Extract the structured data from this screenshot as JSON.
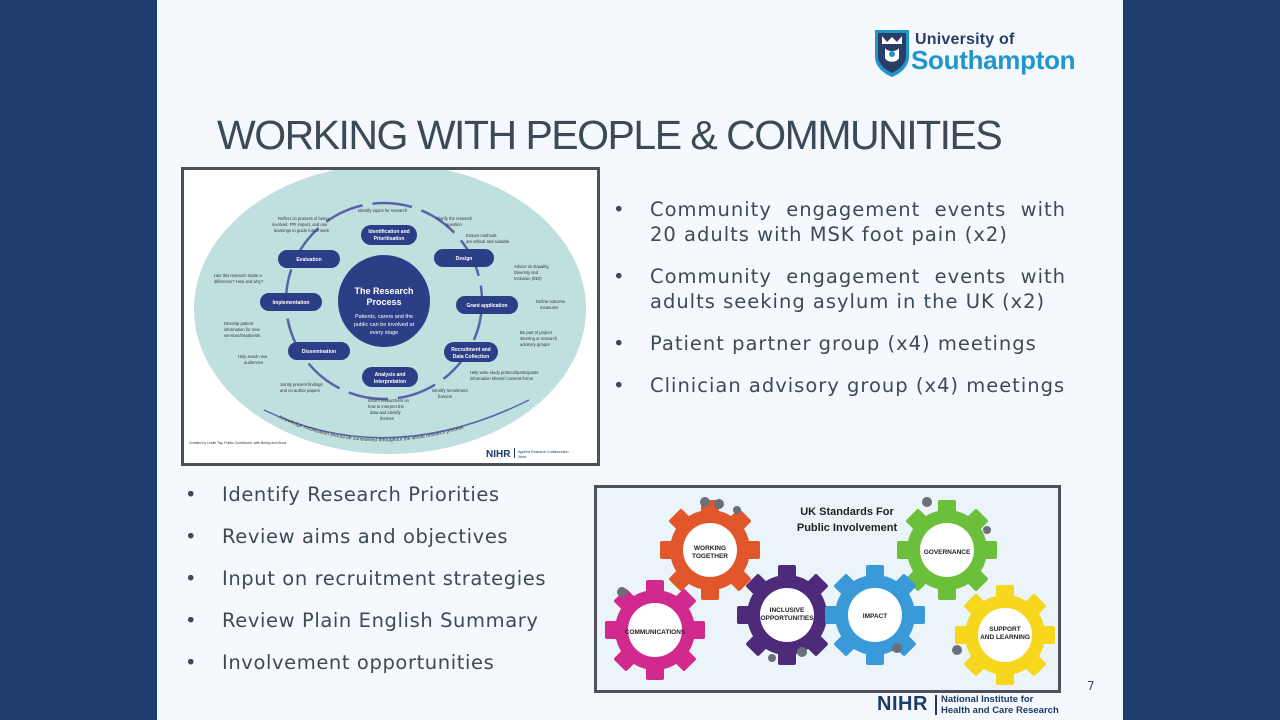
{
  "slide": {
    "title": "WORKING WITH PEOPLE & COMMUNITIES",
    "page_number": "7"
  },
  "logo": {
    "line1": "University of",
    "line2": "Southampton"
  },
  "research_process": {
    "center_title": "The Research Process",
    "center_sub": "Patients, carers and the public can be involved at every stage",
    "stages": [
      "Identification and Prioritisation",
      "Design",
      "Grant application",
      "Recruitment and Data Collection",
      "Analysis and Interpretation",
      "Dissemination",
      "Implementation",
      "Evaluation"
    ],
    "notes": [
      "Identify topics for research",
      "Clarify the research question",
      "Ensure methods are ethical and suitable",
      "Advice on Equality, Diversity and Inclusion (EDI)",
      "Define outcome measures",
      "Be part of project steering or research advisory groups",
      "Help write study protocol/participant information sheets/consent forms",
      "Identify recruitment barriers",
      "Inform researchers on how to interpret the data and identify themes",
      "Jointly present findings and co-author papers",
      "Help reach new audiences",
      "Develop patient information for new services/treatments",
      "Has this research made a difference? How and why?",
      "Reflect on process of being involved, PPI impact, and use learnings to guide future work"
    ],
    "arc_text": "Knowledge mobilisation should be considered throughout the whole research process",
    "footer_left": "Created by Leslie Tay, Public Contributor, with Becky and Anna",
    "nihr": "NIHR",
    "nihr_sub": "Applied Research Collaboration West"
  },
  "right_bullets": [
    "Community engagement events with 20 adults with MSK foot pain (x2)",
    "Community engagement events with adults seeking asylum in the UK (x2)",
    "Patient partner group (x4) meetings",
    "Clinician advisory group (x4) meetings"
  ],
  "left_bullets": [
    "Identify Research Priorities",
    "Review aims and objectives",
    "Input on recruitment strategies",
    "Review Plain English Summary",
    "Involvement opportunities"
  ],
  "bullet_symbol": "•",
  "standards": {
    "title": "UK Standards For Public Involvement",
    "gears": [
      "WORKING TOGETHER",
      "GOVERNANCE",
      "COMMUNICATIONS",
      "INCLUSIVE OPPORTUNITIES",
      "IMPACT",
      "SUPPORT AND LEARNING"
    ]
  },
  "footer": {
    "nihr": "NIHR",
    "nihr_full_line1": "National Institute for",
    "nihr_full_line2": "Health and Care Research"
  },
  "colors": {
    "background": "#1f3c6e",
    "slide": "#f5f8fc",
    "stage_pill": "#2c3e86",
    "process_oval": "#bfe0df",
    "gear_orange": "#e2562b",
    "gear_green": "#6cbf3a",
    "gear_magenta": "#d2298f",
    "gear_purple": "#4e2a7a",
    "gear_blue": "#3a9ad9",
    "gear_yellow": "#f6d71d"
  }
}
